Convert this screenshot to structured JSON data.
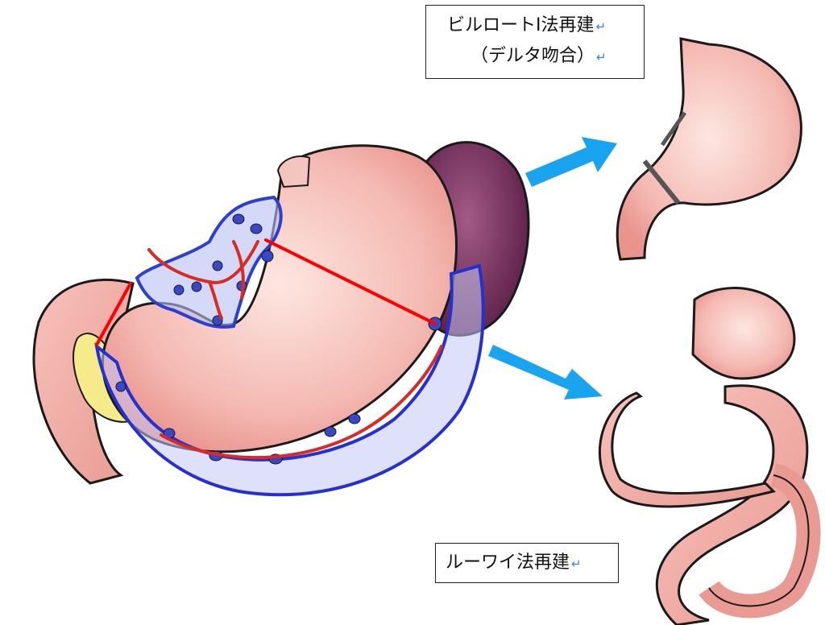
{
  "labels": {
    "billroth_line1": "ビルロートⅠ法再建",
    "billroth_line2": "（デルタ吻合）",
    "roux": "ルーワイ法再建",
    "return_mark": "↵"
  },
  "colors": {
    "stomach": "#f2b3ad",
    "outline": "#1a1a1a",
    "vessel": "#d92b23",
    "resection": "#3045d8",
    "node": "#3848c8",
    "spleen": "#7a2d5e",
    "pancreas": "#f5eb8a",
    "arrow": "#1aa3ef",
    "cut_line": "#ff0000"
  },
  "icons": [
    "stomach-illustration",
    "arrow-icon"
  ]
}
